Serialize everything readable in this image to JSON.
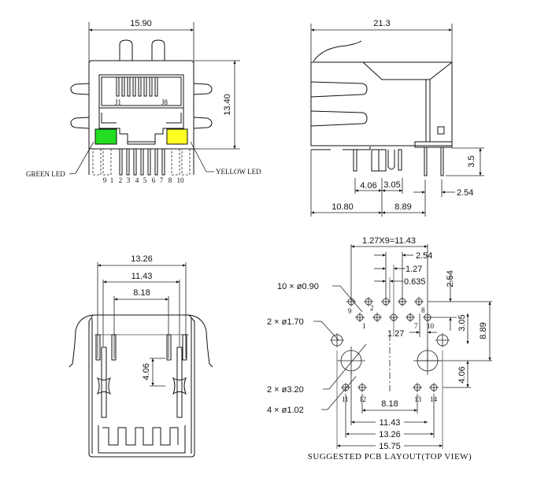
{
  "front_view": {
    "width_dim": "15.90",
    "height_dim": "13.40",
    "contact_labels": [
      "J1",
      "J8"
    ],
    "pin_numbers": [
      "9",
      "1",
      "2",
      "3",
      "4",
      "5",
      "6",
      "7",
      "8",
      "10"
    ],
    "green_led_label": "GREEN LED",
    "yellow_led_label": "YELLOW LED",
    "green_led_color": "#22dd22",
    "yellow_led_color": "#ffff22"
  },
  "side_view": {
    "length_dim": "21.3",
    "pin_length_dim": "3.5",
    "dims": [
      "4.06",
      "3.05",
      "2.54",
      "10.80",
      "8.89"
    ]
  },
  "bottom_view": {
    "dims": [
      "13.26",
      "11.43",
      "8.18",
      "4.06"
    ]
  },
  "pcb_layout": {
    "caption": "SUGGESTED PCB LAYOUT(TOP VIEW)",
    "pitch_dim": "1.27X9=11.43",
    "top_dims": [
      "2.54",
      "1.27",
      "0.635"
    ],
    "right_dims": [
      "2.54",
      "3.05",
      "8.89",
      "4.06"
    ],
    "row_offset_dim": "1.27",
    "bottom_dims": [
      "8.18",
      "11.43",
      "13.26",
      "15.75"
    ],
    "hole_callouts": [
      "10 × ø0.90",
      "2 × ø1.70",
      "2 × ø3.20",
      "4 × ø1.02"
    ],
    "pin_labels": [
      "9",
      "2",
      "1",
      "8",
      "7",
      "10",
      "11",
      "12",
      "13",
      "14"
    ]
  }
}
